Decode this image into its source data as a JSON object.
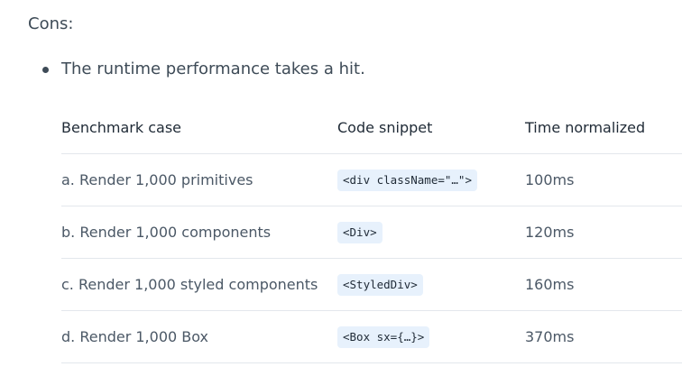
{
  "cons": {
    "heading": "Cons:",
    "bullets": [
      "The runtime performance takes a hit."
    ]
  },
  "table": {
    "headers": {
      "case": "Benchmark case",
      "code": "Code snippet",
      "time": "Time normalized"
    },
    "rows": [
      {
        "case": "a. Render 1,000 primitives",
        "code": "<div className=\"…\">",
        "time": "100ms"
      },
      {
        "case": "b. Render 1,000 components",
        "code": "<Div>",
        "time": "120ms"
      },
      {
        "case": "c. Render 1,000 styled components",
        "code": "<StyledDiv>",
        "time": "160ms"
      },
      {
        "case": "d. Render 1,000 Box",
        "code": "<Box sx={…}>",
        "time": "370ms"
      }
    ]
  },
  "colors": {
    "text": "#3e4b57",
    "header_text": "#1f2a36",
    "code_background": "#e7f1fc",
    "row_divider": "#e3e7ec"
  }
}
